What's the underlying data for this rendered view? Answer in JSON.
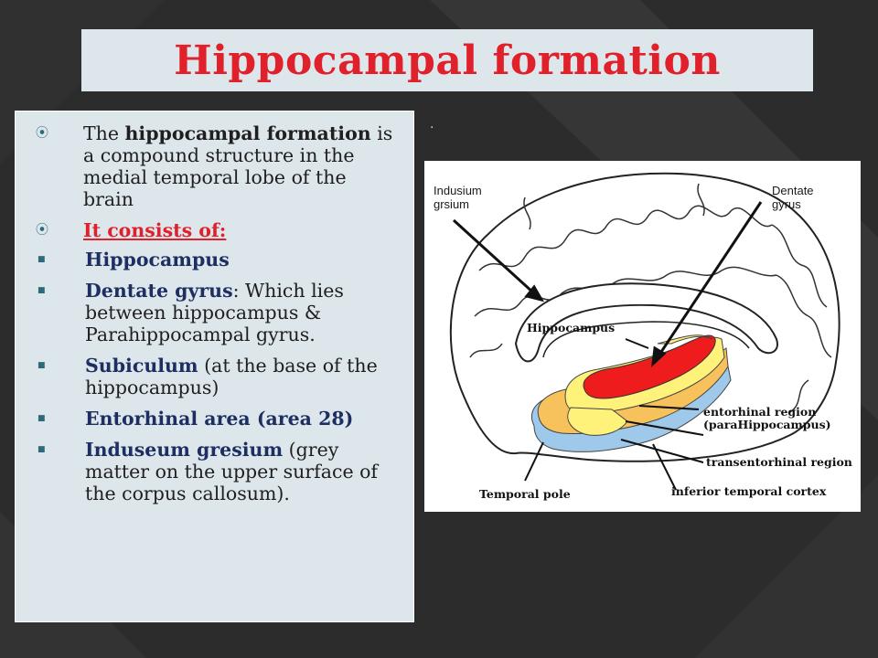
{
  "title": "Hippocampal formation",
  "intro": {
    "prefix": "The ",
    "bold": "hippocampal formation",
    "rest": " is a compound structure in the medial temporal lobe of the brain"
  },
  "consists": "It consists of:",
  "list": [
    {
      "term": "Hippocampus",
      "desc": ""
    },
    {
      "term": "Dentate gyrus",
      "desc": ": Which lies between hippocampus & Parahippocampal gyrus."
    },
    {
      "term": "Subiculum",
      "desc": " (at the base of the hippocampus)"
    },
    {
      "term": "Entorhinal area (area 28)",
      "desc": ""
    },
    {
      "term": "Induseum gresium",
      "desc": " (grey matter on the upper surface of the corpus callosum)."
    }
  ],
  "stray_mark": ".",
  "figure": {
    "label_indusium_1": "Indusium",
    "label_indusium_2": "grsium",
    "label_dentate_1": "Dentate",
    "label_dentate_2": "gyrus",
    "label_hippocampus": "Hippocampus",
    "label_entorhinal_1": "entorhinal region",
    "label_entorhinal_2": "(paraHippocampus)",
    "label_transentorhinal": "transentorhinal region",
    "label_inferior_temporal": "inferior temporal cortex",
    "label_temporal_pole": "Temporal pole"
  },
  "colors": {
    "title": "#e0202a",
    "panel": "#dde6ea",
    "term": "#1d2f62",
    "bullet": "#2d6b7a",
    "region_red": "#ee1c1c",
    "region_yellow": "#fff27a",
    "region_orange": "#f7c25c",
    "region_blue": "#9ec9ea"
  }
}
